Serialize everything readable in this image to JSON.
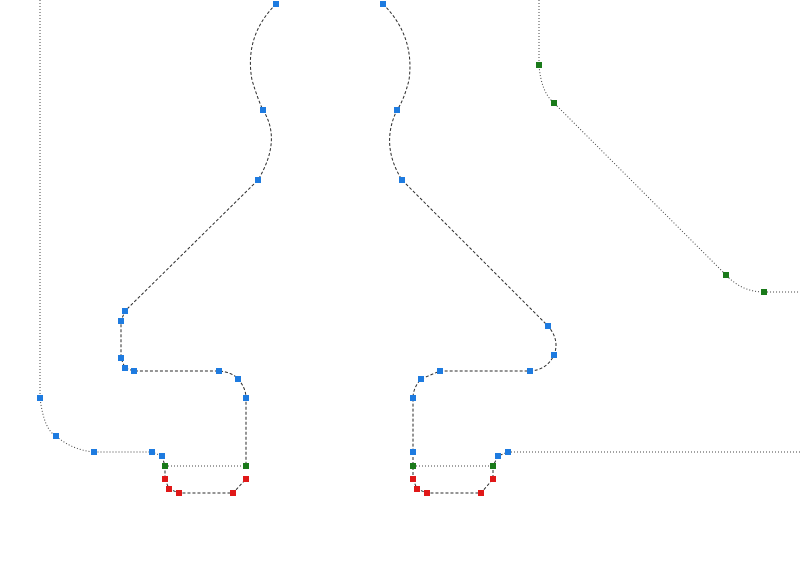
{
  "canvas": {
    "background": "#ffffff"
  },
  "colors": {
    "path_stroke": "#2b2b2b",
    "guide_stroke": "#444444",
    "blue_node": "#1e7be0",
    "green_node": "#1a7a1a",
    "red_node": "#e01818"
  },
  "node_groups": [
    "blue",
    "green",
    "red"
  ]
}
